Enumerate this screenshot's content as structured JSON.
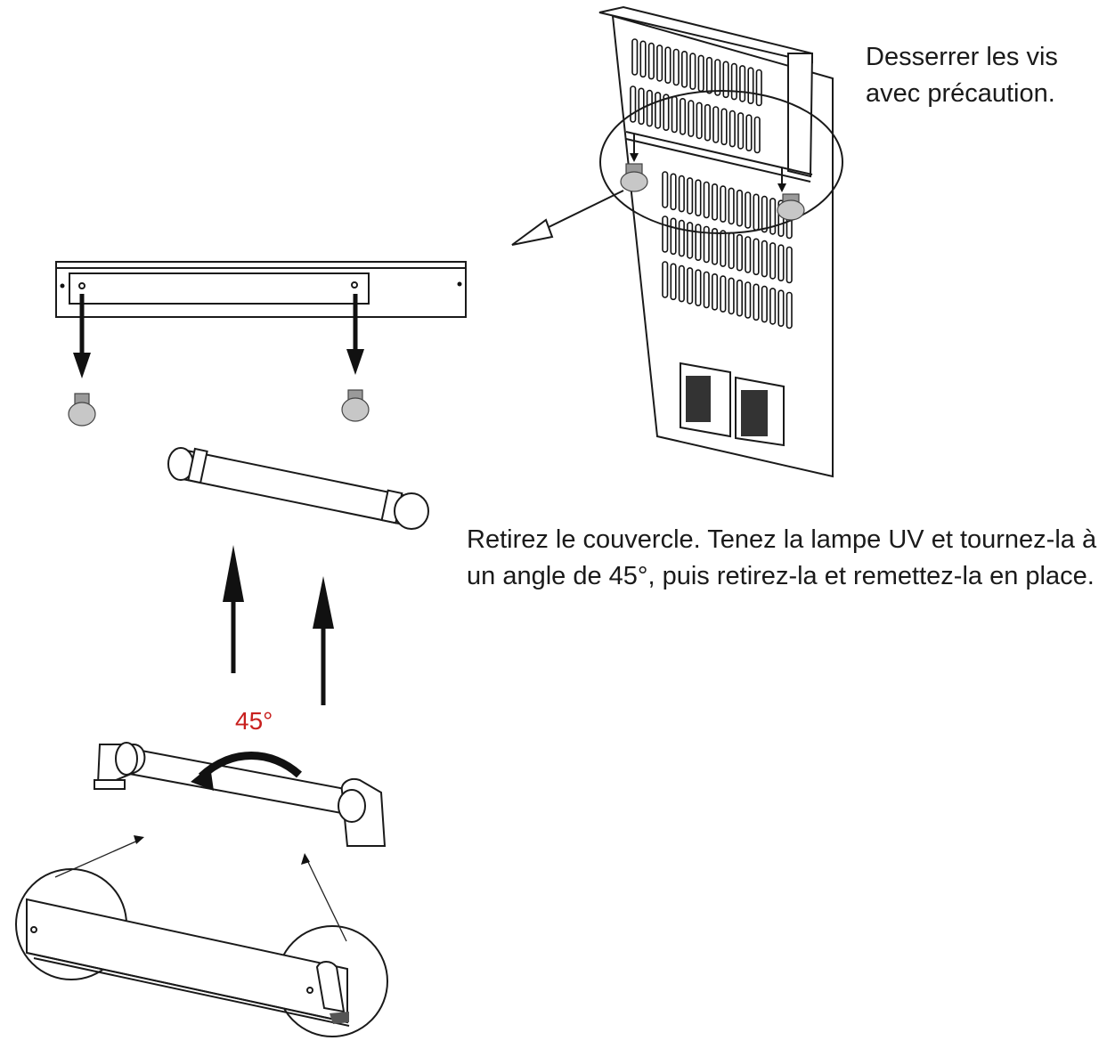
{
  "captions": {
    "loosen_screws": "Desserrer les vis\navec précaution.",
    "remove_cover": "Retirez le couvercle. Tenez la lampe UV et tournez-la à un angle de 45°, puis retirez-la et remettez-la en place."
  },
  "rotation_label": "45°",
  "colors": {
    "angle_label": "#c8201e",
    "line": "#1a1a1a",
    "screw": "#9a9a9a"
  }
}
